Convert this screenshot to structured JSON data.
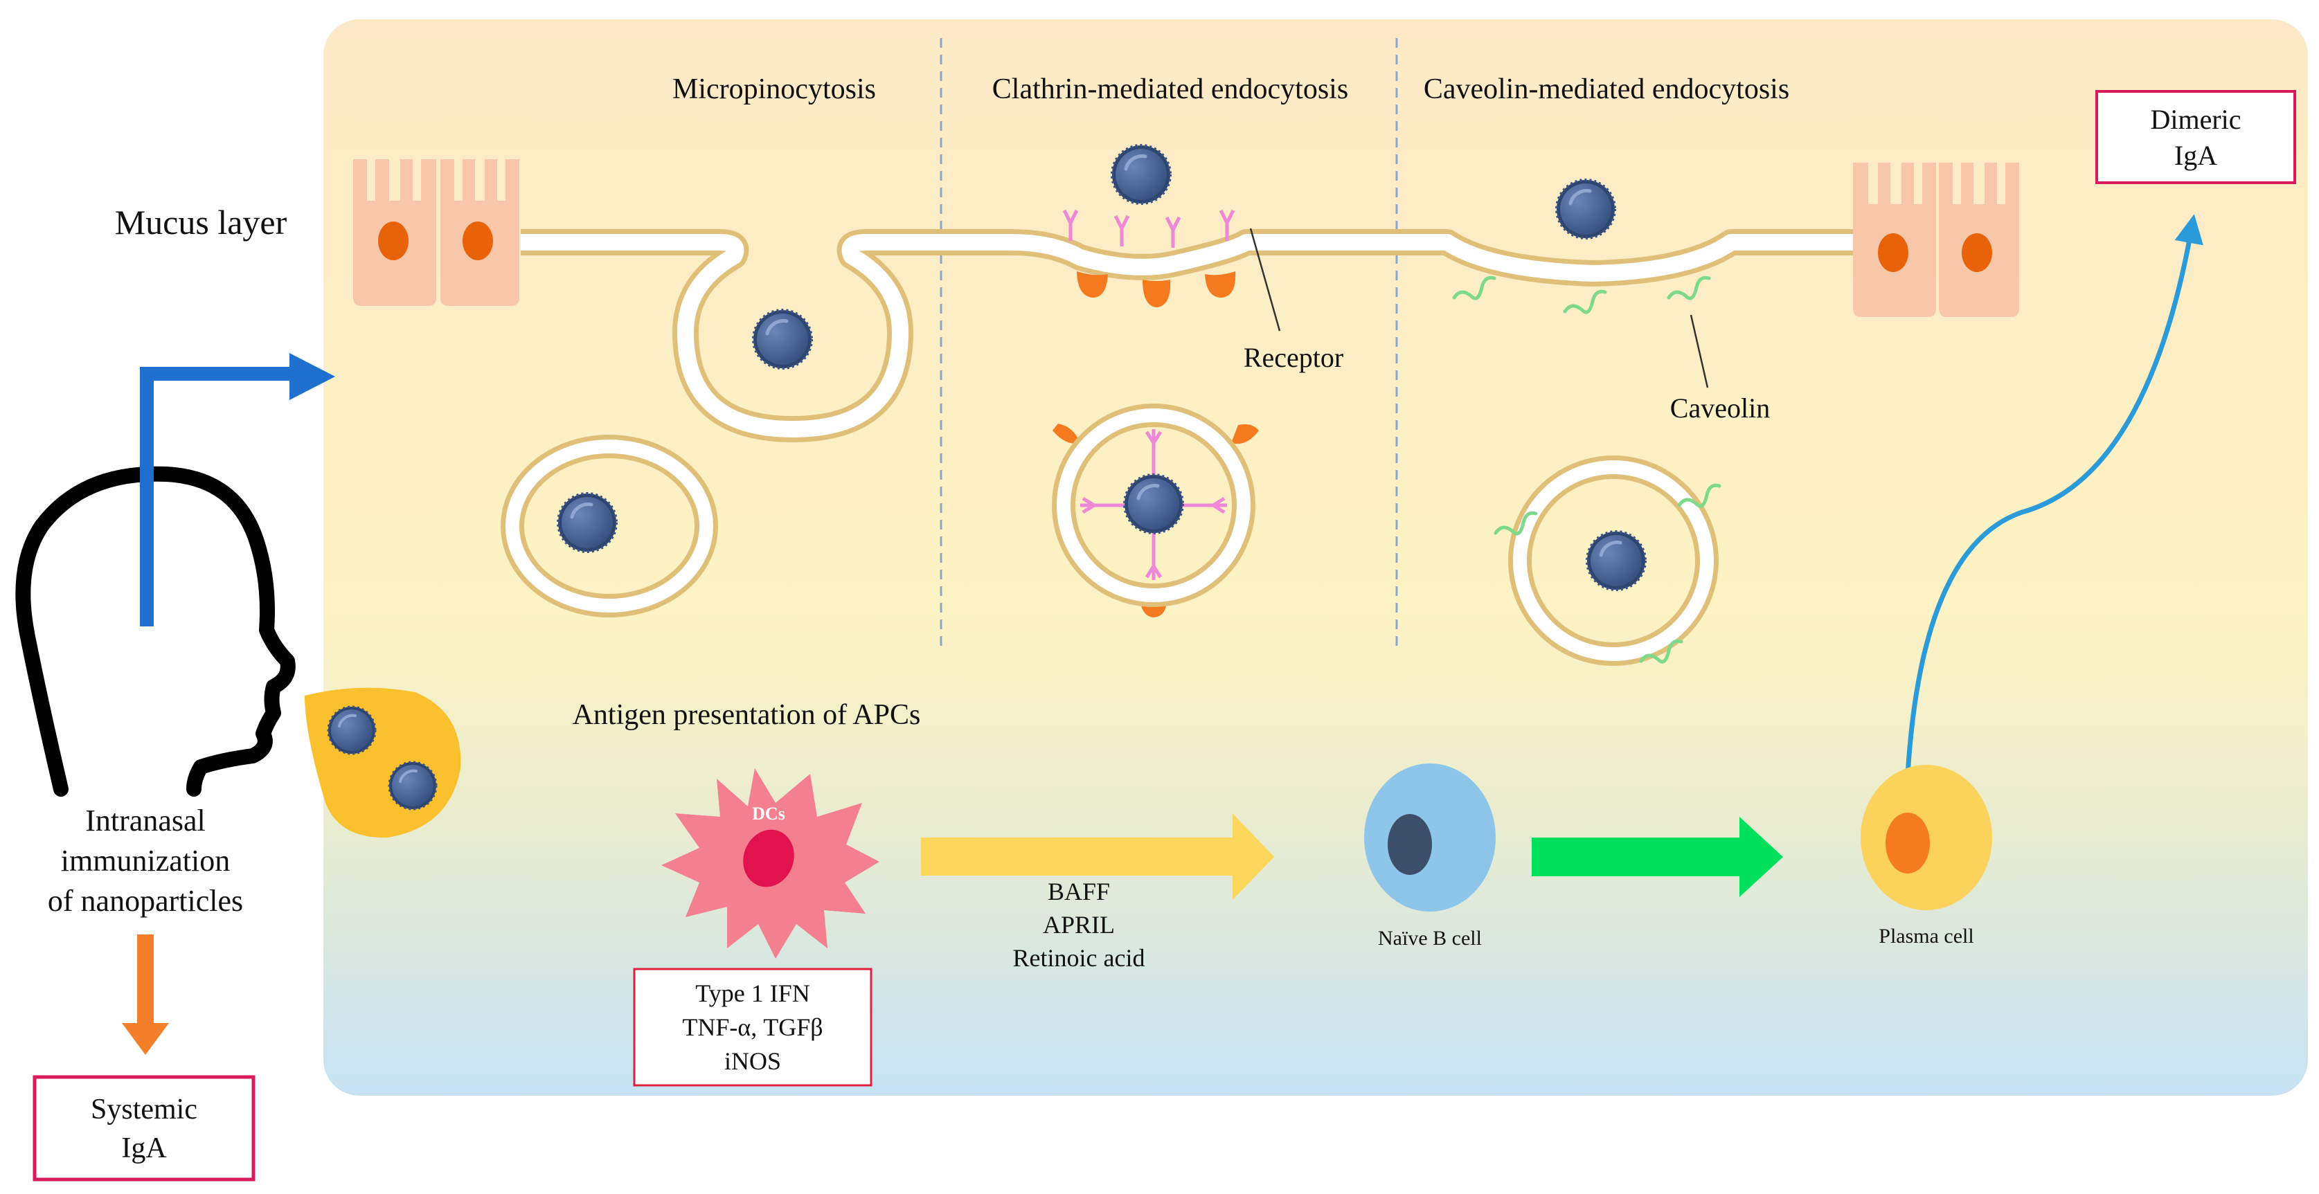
{
  "labels": {
    "micropinocytosis": "Micropinocytosis",
    "clathrin": "Clathrin-mediated  endocytosis",
    "caveolin_mediated": "Caveolin-mediated  endocytosis",
    "mucus_layer": "Mucus layer",
    "receptor": "Receptor",
    "caveolin": "Caveolin",
    "dimeric_line1": "Dimeric",
    "dimeric_line2": "IgA",
    "antigen_presentation": "Antigen  presentation  of APCs",
    "dcs": "DCs",
    "cytokines": [
      "Type 1 IFN",
      "TNF-α, TGFβ",
      "iNOS"
    ],
    "factors": [
      "BAFF",
      "APRIL",
      "Retinoic acid"
    ],
    "naive_b_cell": "Naïve B cell",
    "plasma_cell": "Plasma cell",
    "intranasal": [
      "Intranasal",
      "immunization",
      "of nanoparticles"
    ],
    "systemic_line1": "Systemic",
    "systemic_line2": "IgA"
  },
  "colors": {
    "panel_top": "#fdeccb",
    "panel_mid": "#fdf3c4",
    "panel_bottom": "#c9e4f4",
    "nanoparticle": "#3d5a8a",
    "epithelial_cell": "#f8c6a8",
    "nucleus": "#e8620a",
    "membrane": "#e0c079",
    "receptor": "#ee88d6",
    "clathrin_cap": "#f57a1f",
    "caveolin": "#7ed98a",
    "dc_cell": "#f47f8e",
    "dc_nucleus": "#e2124e",
    "b_cell": "#8ec6ea",
    "b_nucleus": "#3b4f6b",
    "plasma_cell": "#fbd25b",
    "plasma_nucleus": "#f47b20",
    "blue_arrow": "#1f6fcf",
    "yellow_arrow": "#fdd75c",
    "green_arrow": "#00e05c",
    "orange_arrow": "#f47f2a",
    "sky_arrow": "#2a9ad8",
    "red_box": "#e02040",
    "pink_box": "#d81a5a",
    "nose_drop": "#fbc02d"
  },
  "icons": [
    "head-silhouette-icon",
    "nanoparticle-icon",
    "epithelial-cell-icon",
    "dendritic-cell-icon"
  ]
}
